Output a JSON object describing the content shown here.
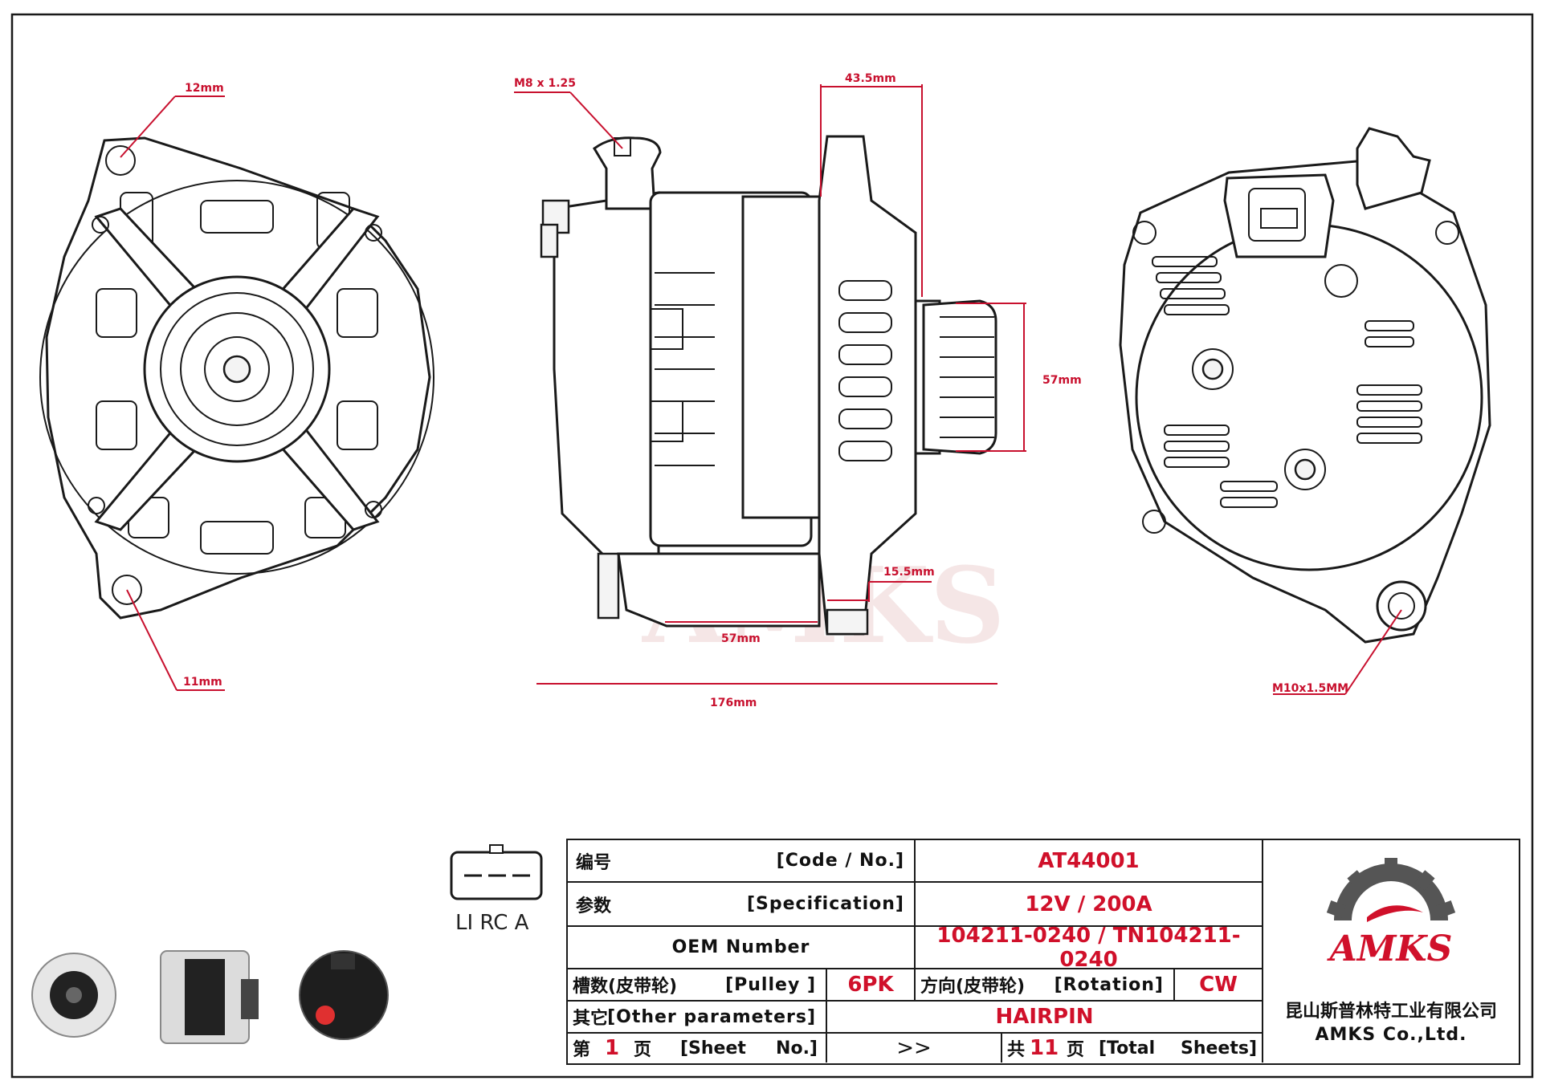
{
  "dimensions": {
    "front_top_hole": "12mm",
    "front_bottom_hole": "11mm",
    "stud_thread": "M8 x 1.25",
    "flange_to_pulley": "43.5mm",
    "pulley_diameter": "57mm",
    "ear_thickness": "15.5mm",
    "mount_spacing": "57mm",
    "overall_length": "176mm",
    "rear_thread": "M10x1.5MM"
  },
  "connector": {
    "label": "LI RC A"
  },
  "spec_table": {
    "code": {
      "zh": "编号",
      "en": "[Code / No.]",
      "value": "AT44001"
    },
    "specification": {
      "zh": "参数",
      "en": "[Specification]",
      "value": "12V / 200A"
    },
    "oem": {
      "label": "OEM Number",
      "value": "104211-0240 / TN104211-0240"
    },
    "pulley": {
      "zh": "槽数(皮带轮)",
      "en": "[Pulley ]",
      "value": "6PK"
    },
    "rotation": {
      "zh": "方向(皮带轮)",
      "en": "[Rotation]",
      "value": "CW"
    },
    "other": {
      "zh": "其它",
      "en": "[Other parameters]",
      "value": "HAIRPIN"
    },
    "sheet": {
      "zh_prefix": "第",
      "number": "1",
      "zh_page": "页",
      "en": "[Sheet",
      "en2": "No.]"
    },
    "arrow": ">>",
    "total": {
      "zh_prefix": "共",
      "number": "11",
      "zh_page": "页",
      "en": "[Total",
      "en2": "Sheets]"
    }
  },
  "company": {
    "logo_text": "AMKS",
    "name_zh": "昆山斯普林特工业有限公司",
    "name_en": "AMKS Co.,Ltd."
  },
  "watermark": "AMKS",
  "colors": {
    "accent": "#d0102a",
    "dimension": "#c8102e",
    "ink": "#1a1a1a",
    "gear": "#555555"
  }
}
